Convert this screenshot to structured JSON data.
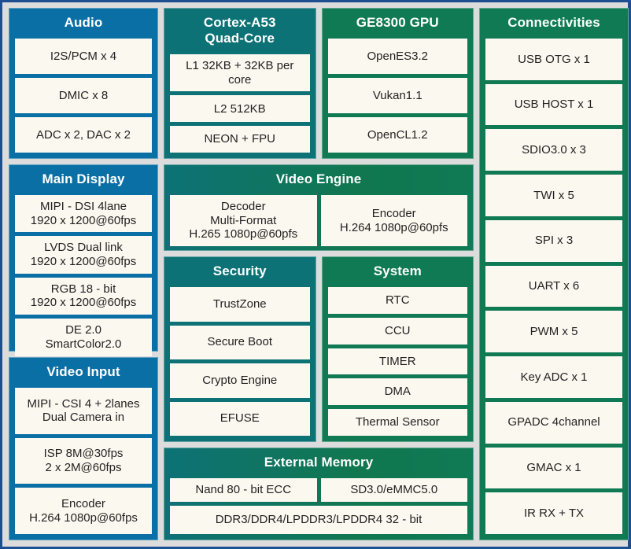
{
  "diagram": {
    "title": "SoC Block Diagram",
    "colors": {
      "frame_border": "#1d4e8f",
      "background": "#dcdcdc",
      "blue": "#0a6fa4",
      "teal": "#0d7276",
      "green": "#0f7a54",
      "item_bg": "#fbf8f0",
      "item_text": "#231f20",
      "title_text": "#ffffff"
    }
  },
  "blocks": {
    "audio": {
      "title": "Audio",
      "items": [
        "I2S/PCM x 4",
        "DMIC x 8",
        "ADC x 2, DAC x 2"
      ]
    },
    "cpu": {
      "title": "Cortex-A53\nQuad-Core",
      "items": [
        "L1 32KB + 32KB per core",
        "L2 512KB",
        "NEON + FPU"
      ]
    },
    "gpu": {
      "title": "GE8300 GPU",
      "items": [
        "OpenES3.2",
        "Vukan1.1",
        "OpenCL1.2"
      ]
    },
    "connectivities": {
      "title": "Connectivities",
      "items": [
        "USB OTG x 1",
        "USB HOST x 1",
        "SDIO3.0 x 3",
        "TWI x 5",
        "SPI x 3",
        "UART x 6",
        "PWM x 5",
        "Key ADC x 1",
        "GPADC 4channel",
        "GMAC x 1",
        "IR RX + TX"
      ]
    },
    "main_display": {
      "title": "Main Display",
      "items": [
        "MIPI - DSI 4lane\n1920 x 1200@60fps",
        "LVDS Dual link\n1920 x 1200@60fps",
        "RGB 18 - bit\n1920 x 1200@60fps",
        "DE 2.0\nSmartColor2.0"
      ]
    },
    "video_input": {
      "title": "Video Input",
      "items": [
        "MIPI - CSI 4 + 2lanes\nDual Camera in",
        "ISP 8M@30fps\n2 x 2M@60fps",
        "Encoder\nH.264 1080p@60fps"
      ]
    },
    "video_engine": {
      "title": "Video Engine",
      "items": [
        "Decoder\nMulti-Format\nH.265 1080p@60pfs",
        "Encoder\nH.264 1080p@60pfs"
      ]
    },
    "security": {
      "title": "Security",
      "items": [
        "TrustZone",
        "Secure Boot",
        "Crypto Engine",
        "EFUSE"
      ]
    },
    "system": {
      "title": "System",
      "items": [
        "RTC",
        "CCU",
        "TIMER",
        "DMA",
        "Thermal Sensor"
      ]
    },
    "external_memory": {
      "title": "External Memory",
      "items_row": [
        "Nand 80 - bit ECC",
        "SD3.0/eMMC5.0"
      ],
      "items_full": [
        "DDR3/DDR4/LPDDR3/LPDDR4 32 - bit"
      ]
    }
  }
}
